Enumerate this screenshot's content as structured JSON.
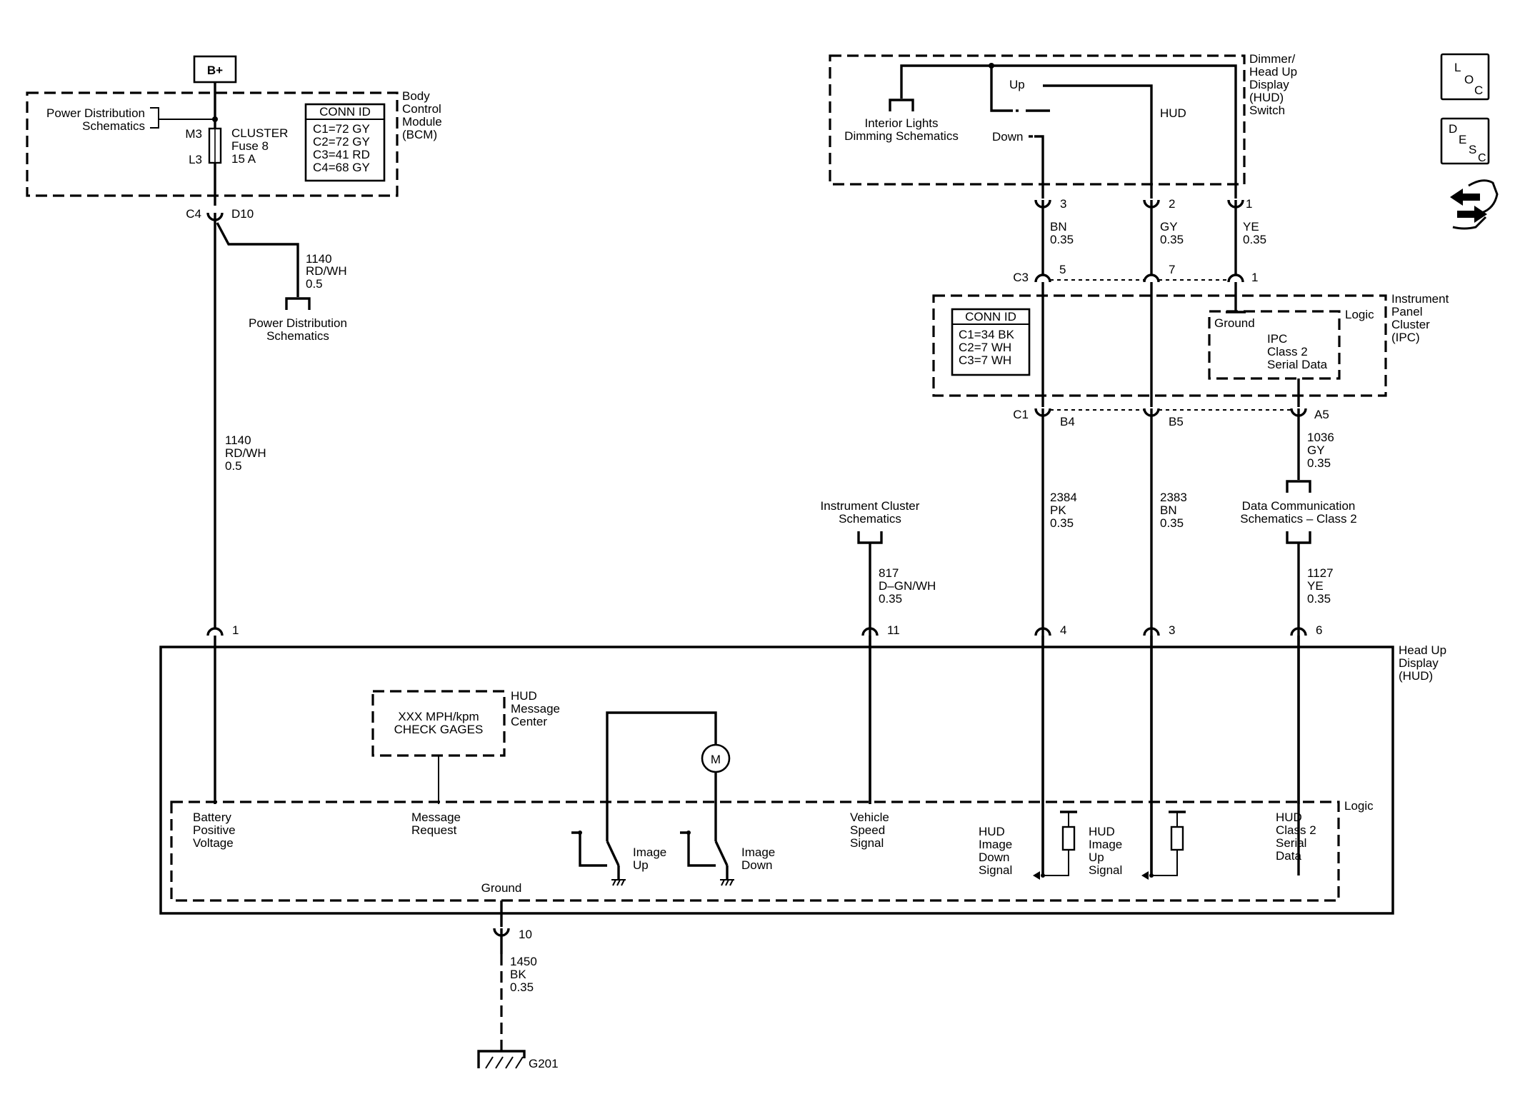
{
  "bplus": "B+",
  "bcm": {
    "name_lines": [
      "Body",
      "Control",
      "Module",
      "(BCM)"
    ],
    "power_dist_lines": [
      "Power Distribution",
      "Schematics"
    ],
    "pin_top": "M3",
    "pin_bottom": "L3",
    "fuse_lines": [
      "CLUSTER",
      "Fuse 8",
      "15 A"
    ],
    "conn_title": "CONN ID",
    "conn_lines": [
      "C1=72 GY",
      "C2=72 GY",
      "C3=41 RD",
      "C4=68 GY"
    ],
    "out_conn": "C4",
    "out_pin": "D10"
  },
  "splice": {
    "wire_lines": [
      "1140",
      "RD/WH",
      "0.5"
    ],
    "dest_lines": [
      "Power Distribution",
      "Schematics"
    ]
  },
  "bcm_wire": {
    "lines": [
      "1140",
      "RD/WH",
      "0.5"
    ]
  },
  "dimmer": {
    "name_lines": [
      "Dimmer/",
      "Head Up",
      "Display",
      "(HUD)",
      "Switch"
    ],
    "interior_lines": [
      "Interior Lights",
      "Dimming Schematics"
    ],
    "up": "Up",
    "down": "Down",
    "hud": "HUD",
    "pins": [
      "3",
      "2",
      "1"
    ],
    "wires": [
      {
        "lines": [
          "BN",
          "0.35"
        ]
      },
      {
        "lines": [
          "GY",
          "0.35"
        ]
      },
      {
        "lines": [
          "YE",
          "0.35"
        ]
      }
    ]
  },
  "ipc": {
    "name_lines": [
      "Instrument",
      "Panel",
      "Cluster",
      "(IPC)"
    ],
    "top_conn": "C3",
    "top_pins": [
      "5",
      "7",
      "1"
    ],
    "conn_title": "CONN ID",
    "conn_lines": [
      "C1=34 BK",
      "C2=7 WH",
      "C3=7 WH"
    ],
    "ground": "Ground",
    "logic": "Logic",
    "ipc_lines": [
      "IPC",
      "Class 2",
      "Serial Data"
    ],
    "bottom_conn": "C1",
    "bottom_pins": [
      "B4",
      "B5",
      "A5"
    ]
  },
  "wire_2384": {
    "lines": [
      "2384",
      "PK",
      "0.35"
    ]
  },
  "wire_2383": {
    "lines": [
      "2383",
      "BN",
      "0.35"
    ]
  },
  "wire_1036": {
    "lines": [
      "1036",
      "GY",
      "0.35"
    ]
  },
  "data_comm": {
    "lines": [
      "Data Communication",
      "Schematics – Class 2"
    ]
  },
  "wire_1127": {
    "lines": [
      "1127",
      "YE",
      "0.35"
    ]
  },
  "inst_cluster": {
    "lines": [
      "Instrument Cluster",
      "Schematics"
    ]
  },
  "wire_817": {
    "lines": [
      "817",
      "D–GN/WH",
      "0.35"
    ]
  },
  "hud": {
    "name_lines": [
      "Head Up",
      "Display",
      "(HUD)"
    ],
    "pins": [
      "1",
      "11",
      "4",
      "3",
      "6"
    ],
    "logic": "Logic",
    "message_center_lines": [
      "HUD",
      "Message",
      "Center"
    ],
    "message_lines": [
      "XXX MPH/kpm",
      "CHECK GAGES"
    ],
    "motor": "M",
    "battery_lines": [
      "Battery",
      "Positive",
      "Voltage"
    ],
    "message_req_lines": [
      "Message",
      "Request"
    ],
    "image_up_lines": [
      "Image",
      "Up"
    ],
    "image_down_lines": [
      "Image",
      "Down"
    ],
    "vss_lines": [
      "Vehicle",
      "Speed",
      "Signal"
    ],
    "hud_down_lines": [
      "HUD",
      "Image",
      "Down",
      "Signal"
    ],
    "hud_up_lines": [
      "HUD",
      "Image",
      "Up",
      "Signal"
    ],
    "hud_serial_lines": [
      "HUD",
      "Class 2",
      "Serial",
      "Data"
    ],
    "ground": "Ground",
    "ground_pin": "10"
  },
  "ground_wire": {
    "lines": [
      "1450",
      "BK",
      "0.35"
    ]
  },
  "g201": "G201",
  "icons": {
    "loc": [
      "L",
      "O",
      "C"
    ],
    "desc": [
      "D",
      "E",
      "S",
      "C"
    ],
    "loc_icon": "loc-icon",
    "desc_icon": "desc-icon",
    "hand_icon": "pointing-hand-arrows-icon"
  }
}
